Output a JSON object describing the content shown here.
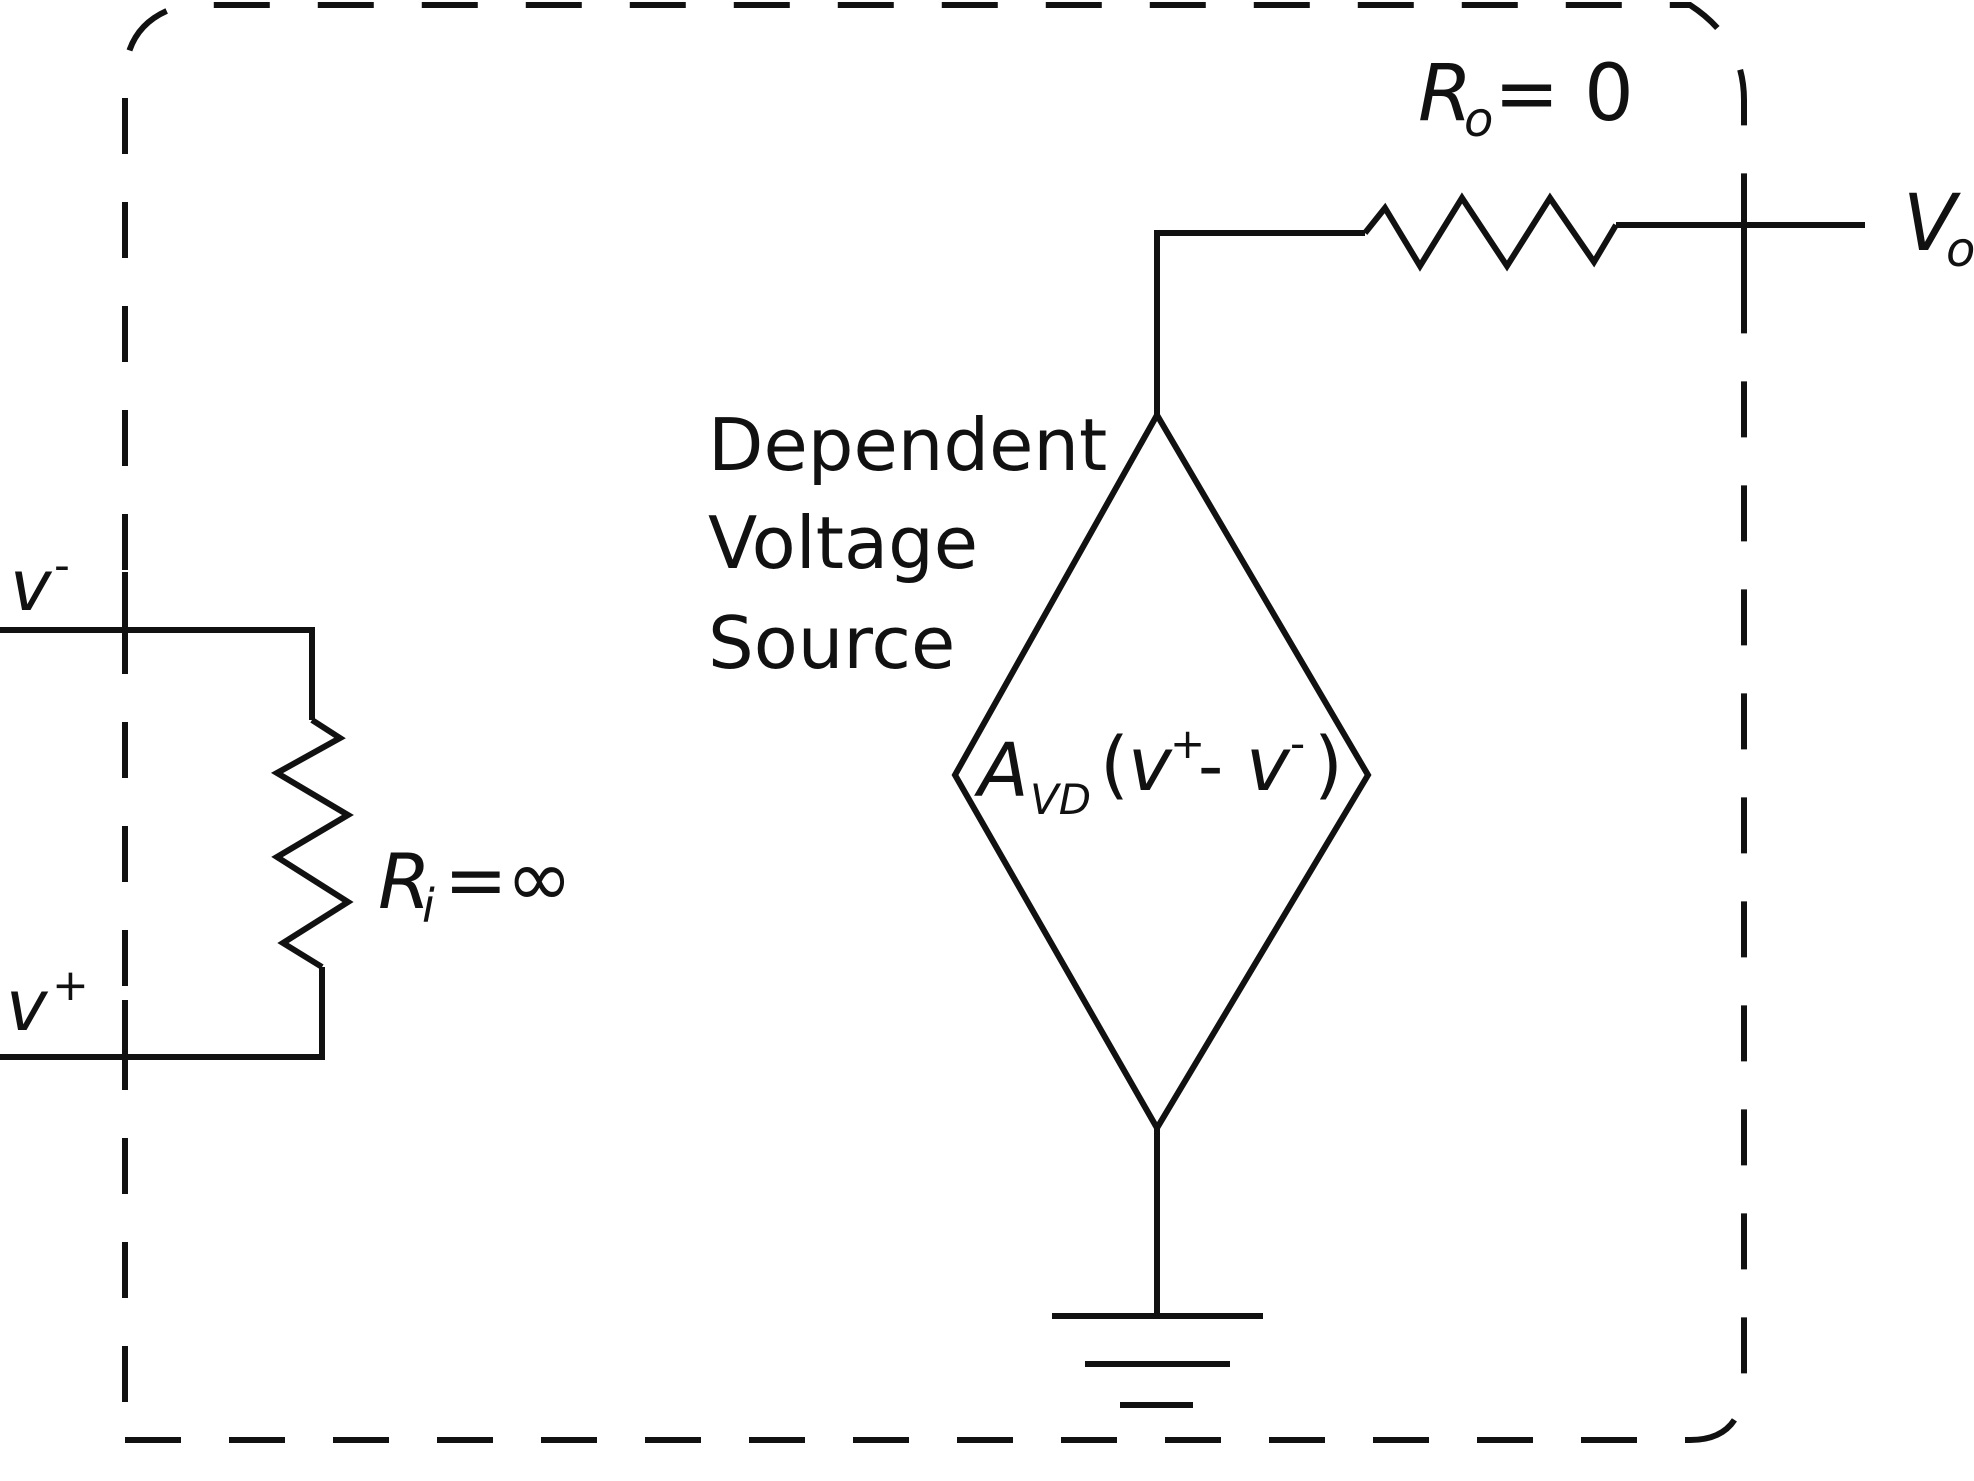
{
  "colors": {
    "line": "#111111",
    "background": "#ffffff"
  },
  "labels": {
    "ro_R": "R",
    "ro_sub": "o",
    "ro_eq": "= 0",
    "vo_V": "V",
    "vo_sub": "o",
    "vminus_v": "v",
    "vminus_sup": "-",
    "vplus_v": "v",
    "vplus_sup": "+",
    "ri_R": "R",
    "ri_sub": "i",
    "ri_eq": "=",
    "ri_inf": "∞",
    "source_line1": "Dependent",
    "source_line2": "Voltage",
    "source_line3": "Source",
    "gain_A": "A",
    "gain_sub": "VD",
    "gain_open": "(",
    "gain_v1": "v",
    "gain_sup1": "+",
    "gain_minus": "- ",
    "gain_v2": "v",
    "gain_sup2": "-",
    "gain_close": ")"
  }
}
